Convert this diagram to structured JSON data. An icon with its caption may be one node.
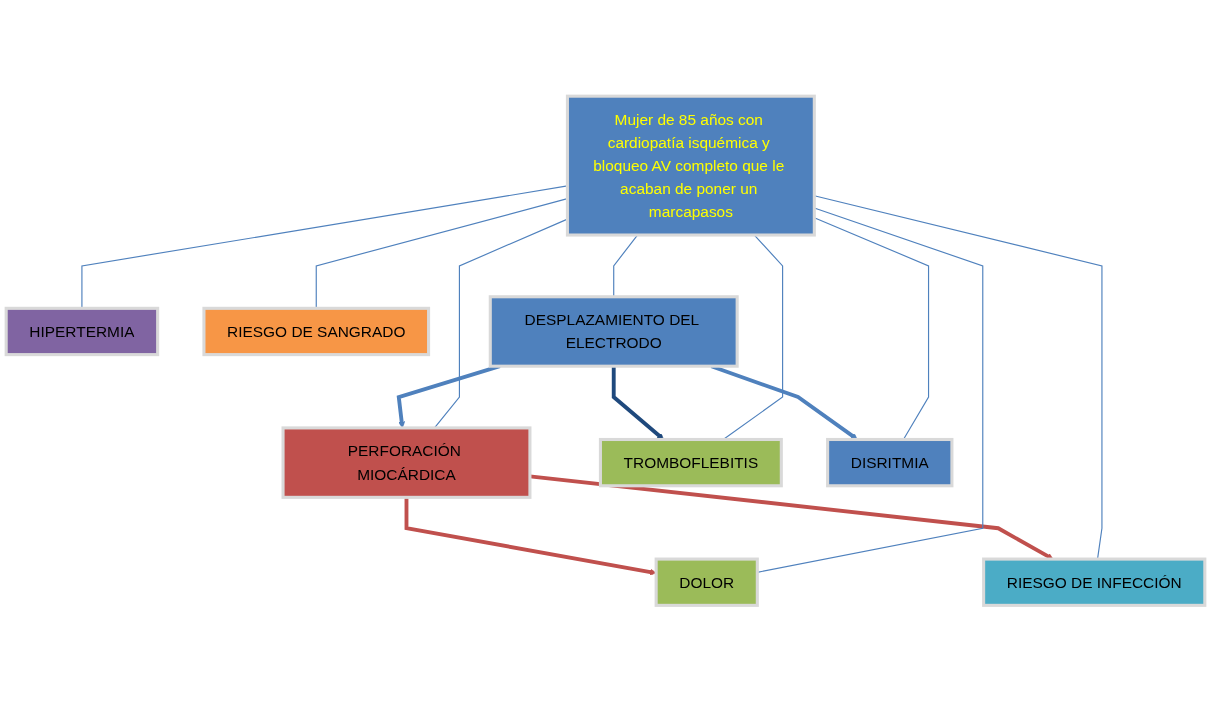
{
  "diagram": {
    "nodes": [
      {
        "text": [
          "PERFORACIÓN MIOCÁRDICA"
        ]
      },
      {
        "text": [
          "DESPLAZAMIENTO DEL ELECTRODO"
        ]
      },
      {
        "text": [
          "TROMBOFLEBITIS"
        ]
      },
      {
        "text": [
          "DOLOR"
        ]
      },
      {
        "text": [
          "Mujer de 85 años con cardiopatía isquémica y bloqueo AV completo que le acaban de poner un marcapasos"
        ]
      },
      {
        "text": [
          "HIPERTERMIA"
        ]
      },
      {
        "text": [
          "RIESGO DE INFECCIÓN"
        ]
      },
      {
        "text": [
          "DISRITMIA"
        ]
      },
      {
        "text": [
          "RIESGO DE SANGRADO"
        ]
      }
    ],
    "edges": [
      {
        "from": 1,
        "to": 0,
        "arrow": "to",
        "style": "thick",
        "color": "#4f81bd"
      },
      {
        "from": 1,
        "to": 2,
        "arrow": "to",
        "style": "thick",
        "color": "#1f497d"
      },
      {
        "from": 0,
        "to": 3,
        "arrow": "to",
        "style": "thick",
        "color": "#c0504d"
      },
      {
        "from": 0,
        "to": 6,
        "arrow": "to",
        "style": "thick",
        "color": "#c0504d"
      },
      {
        "from": 1,
        "to": 7,
        "arrow": "to",
        "style": "thick",
        "color": "#4f81bd"
      },
      {
        "from": 4,
        "to": 0,
        "arrow": "none"
      },
      {
        "from": 4,
        "to": 1,
        "arrow": "none"
      },
      {
        "from": 4,
        "to": 2,
        "arrow": "none"
      },
      {
        "from": 4,
        "to": 3,
        "arrow": "none"
      },
      {
        "from": 4,
        "to": 5,
        "arrow": "none"
      },
      {
        "from": 4,
        "to": 6,
        "arrow": "none"
      },
      {
        "from": 4,
        "to": 7,
        "arrow": "none"
      },
      {
        "from": 4,
        "to": 8,
        "arrow": "none"
      }
    ]
  }
}
